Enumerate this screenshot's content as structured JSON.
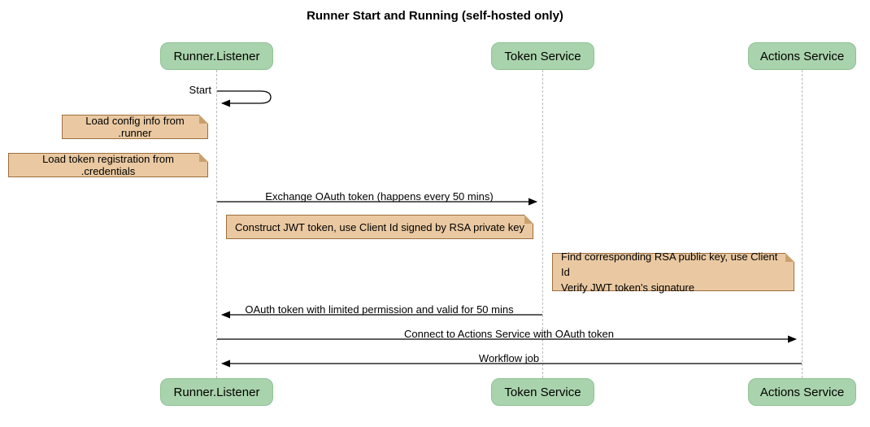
{
  "title": "Runner Start and Running (self-hosted only)",
  "participants": [
    {
      "id": "runner-listener",
      "name": "Runner.Listener"
    },
    {
      "id": "token-service",
      "name": "Token Service"
    },
    {
      "id": "actions-service",
      "name": "Actions Service"
    }
  ],
  "messages": [
    {
      "label": "Start",
      "type": "self",
      "from": "runner-listener",
      "to": "runner-listener"
    },
    {
      "label": "Exchange OAuth token (happens every 50 mins)",
      "type": "solid-right",
      "from": "runner-listener",
      "to": "token-service"
    },
    {
      "label": "OAuth token with limited permission and valid for 50 mins",
      "type": "solid-left",
      "from": "token-service",
      "to": "runner-listener"
    },
    {
      "label": "Connect to Actions Service with OAuth token",
      "type": "solid-right",
      "from": "runner-listener",
      "to": "actions-service"
    },
    {
      "label": "Workflow job",
      "type": "solid-left",
      "from": "actions-service",
      "to": "runner-listener"
    }
  ],
  "notes": [
    {
      "text": "Load config info from .runner"
    },
    {
      "text": "Load token registration from .credentials"
    },
    {
      "text": "Construct JWT token, use Client Id signed by RSA private key"
    },
    {
      "lines": [
        "Find corresponding RSA public key, use Client Id",
        "Verify JWT token's signature"
      ]
    }
  ],
  "colors": {
    "participant_fill": "#a9d3ac",
    "participant_border": "#8fc193",
    "note_fill": "#eac9a2",
    "note_border": "#9c6f3f",
    "lifeline": "#b9b9b9",
    "message_line": "#000000",
    "background": "#ffffff"
  }
}
